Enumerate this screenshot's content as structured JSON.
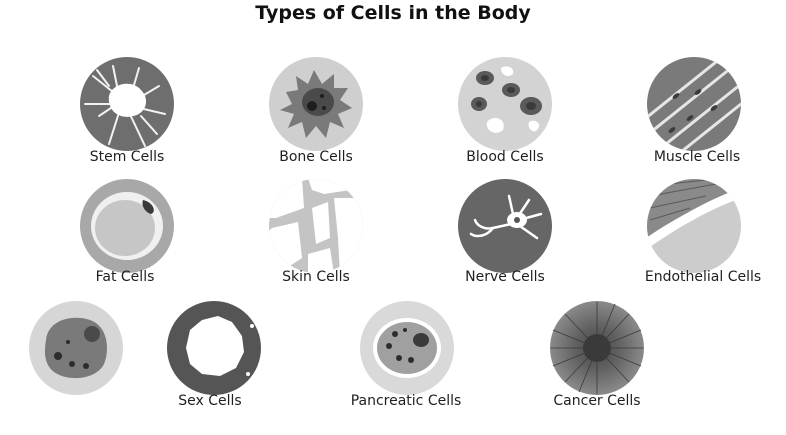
{
  "title": "Types of Cells in the Body",
  "cells": [
    {
      "label": "Stem Cells",
      "icon": "stem-cell-icon"
    },
    {
      "label": "Bone Cells",
      "icon": "bone-cell-icon"
    },
    {
      "label": "Blood Cells",
      "icon": "blood-cell-icon"
    },
    {
      "label": "Muscle Cells",
      "icon": "muscle-cell-icon"
    },
    {
      "label": "Fat Cells",
      "icon": "fat-cell-icon"
    },
    {
      "label": "Skin Cells",
      "icon": "skin-cell-icon"
    },
    {
      "label": "Nerve Cells",
      "icon": "nerve-cell-icon"
    },
    {
      "label": "Endothelial Cells",
      "icon": "endothelial-cell-icon"
    },
    {
      "label": "",
      "icon": "unlabeled-cell-icon"
    },
    {
      "label": "Sex Cells",
      "icon": "sex-cell-icon"
    },
    {
      "label": "Pancreatic Cells",
      "icon": "pancreatic-cell-icon"
    },
    {
      "label": "Cancer Cells",
      "icon": "cancer-cell-icon"
    }
  ]
}
